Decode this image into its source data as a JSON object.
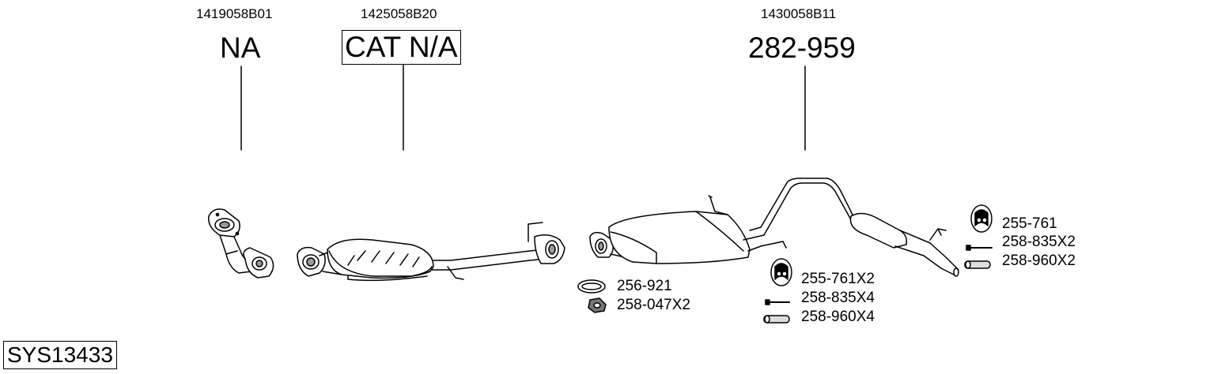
{
  "sections": [
    {
      "oem": "1419058B01",
      "part": "NA",
      "boxed": false
    },
    {
      "oem": "1425058B20",
      "part": "CAT N/A",
      "boxed": true
    },
    {
      "oem": "1430058B11",
      "part": "282-959",
      "boxed": false
    }
  ],
  "accessories": [
    {
      "label": "256-921",
      "icon": "gasket-ring-icon"
    },
    {
      "label": "258-047X2",
      "icon": "nut-icon"
    },
    {
      "label": "255-761X2",
      "icon": "rubber-hanger-icon"
    },
    {
      "label": "258-835X4",
      "icon": "bolt-icon"
    },
    {
      "label": "258-960X4",
      "icon": "sleeve-icon"
    },
    {
      "label": "255-761",
      "icon": "rubber-hanger-icon"
    },
    {
      "label": "258-835X2",
      "icon": "bolt-icon"
    },
    {
      "label": "258-960X2",
      "icon": "sleeve-icon"
    }
  ],
  "system_id": "SYS13433"
}
